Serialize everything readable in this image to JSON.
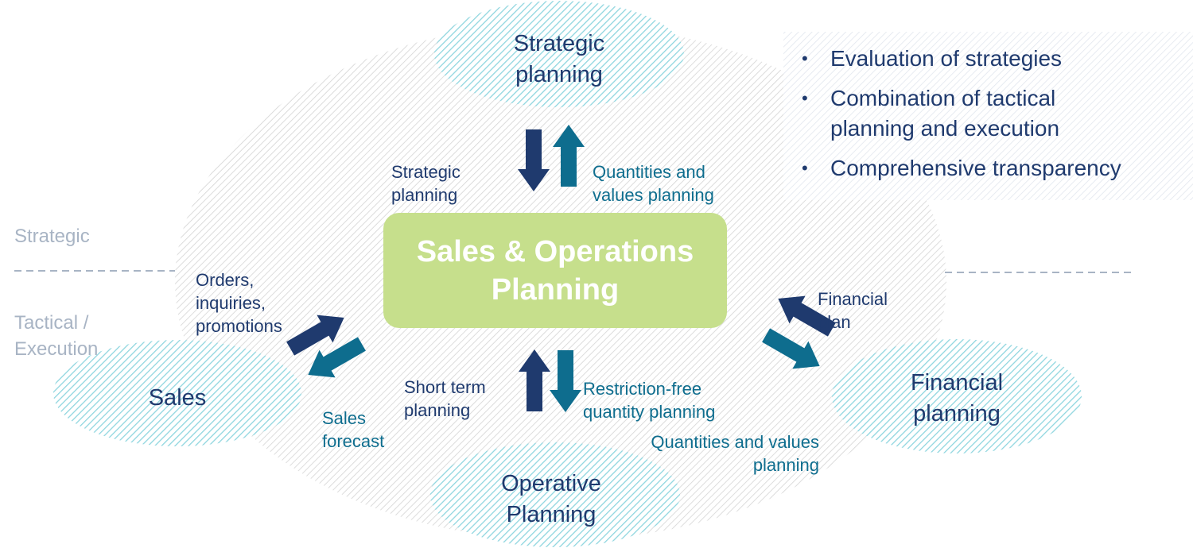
{
  "nodes": {
    "strategic_planning": "Strategic\nplanning",
    "sales": "Sales",
    "financial_planning": "Financial\nplanning",
    "operative_planning": "Operative\nPlanning"
  },
  "center": {
    "title": "Sales & Operations\nPlanning"
  },
  "bullets": [
    "Evaluation of strategies",
    "Combination of tactical\nplanning and execution",
    "Comprehensive transparency"
  ],
  "side_labels": {
    "strategic": "Strategic",
    "tactical": "Tactical /\nExecution"
  },
  "flow_labels": {
    "strategic_planning": "Strategic\nplanning",
    "quantities_values_planning_top": "Quantities and\nvalues planning",
    "orders_inquiries_promotions": "Orders,\ninquiries,\npromotions",
    "sales_forecast": "Sales\nforecast",
    "financial_plan": "Financial\nplan",
    "short_term_planning": "Short term\nplanning",
    "restriction_free_quantity_planning": "Restriction-free\nquantity planning",
    "quantities_values_planning_bottom": "Quantities and values\nplanning"
  },
  "colors": {
    "dark_blue": "#1f3a6e",
    "teal": "#0e6d8e",
    "center_green": "#c6df8c",
    "ellipse_hatch": "#8fd6df",
    "side_label_grey": "#a8b4c4"
  }
}
